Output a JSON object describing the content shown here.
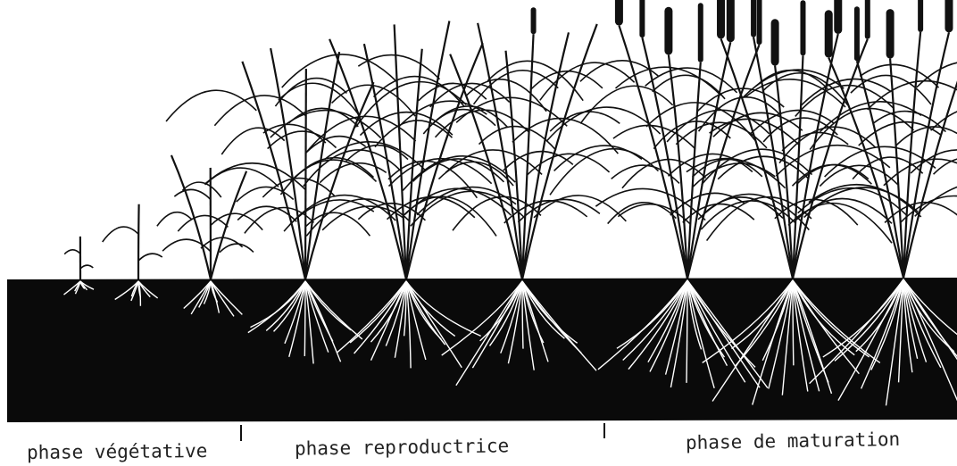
{
  "figure": {
    "phases": [
      {
        "label": "phase végétative"
      },
      {
        "label": "phase reproductrice"
      },
      {
        "label": "phase de maturation"
      }
    ],
    "plants": [
      {
        "stage": "vegetative",
        "tillers": 1,
        "leaf_scale": 0.18,
        "panicle": "none",
        "root_scale": 0.12
      },
      {
        "stage": "vegetative",
        "tillers": 1,
        "leaf_scale": 0.32,
        "panicle": "none",
        "root_scale": 0.2
      },
      {
        "stage": "vegetative",
        "tillers": 3,
        "leaf_scale": 0.5,
        "panicle": "none",
        "root_scale": 0.28
      },
      {
        "stage": "reproductive",
        "tillers": 5,
        "leaf_scale": 0.9,
        "panicle": "none",
        "root_scale": 0.65
      },
      {
        "stage": "reproductive",
        "tillers": 6,
        "leaf_scale": 1.0,
        "panicle": "none",
        "root_scale": 0.75
      },
      {
        "stage": "reproductive",
        "tillers": 6,
        "leaf_scale": 1.0,
        "panicle": "emerging",
        "root_scale": 0.8
      },
      {
        "stage": "maturation",
        "tillers": 6,
        "leaf_scale": 1.0,
        "panicle": "ripe",
        "root_scale": 0.9
      },
      {
        "stage": "maturation",
        "tillers": 6,
        "leaf_scale": 1.0,
        "panicle": "ripe",
        "root_scale": 0.95
      },
      {
        "stage": "maturation",
        "tillers": 6,
        "leaf_scale": 1.0,
        "panicle": "ripe",
        "root_scale": 1.0
      }
    ],
    "colors": {
      "soil": "#0a0a0a",
      "plant": "#111111",
      "root": "#ffffff",
      "background": "#ffffff"
    }
  }
}
